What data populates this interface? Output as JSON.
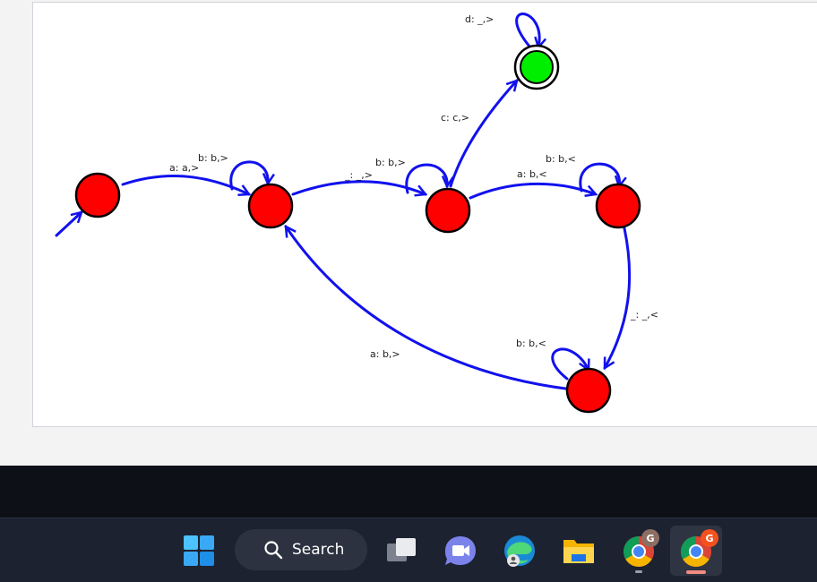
{
  "diagram": {
    "edges": {
      "start_loop": "a: a,>",
      "s1_loop": "b: b,>",
      "s1_s2": "_: _,>",
      "s2_loop": "b: b,>",
      "s2_accept": "c: c,>",
      "accept_loop": "d: _,>",
      "s2_s3": "a: b,<",
      "s3_loop": "b: b,<",
      "s3_s4": "_: _,<",
      "s4_loop": "b: b,<",
      "s4_s1": "a: b,>"
    },
    "colors": {
      "edge": "#1111ee",
      "state": "#ff0000",
      "accept": "#00ee00"
    }
  },
  "taskbar": {
    "search_label": "Search",
    "chrome1_badge": "G",
    "chrome2_badge": "G"
  }
}
